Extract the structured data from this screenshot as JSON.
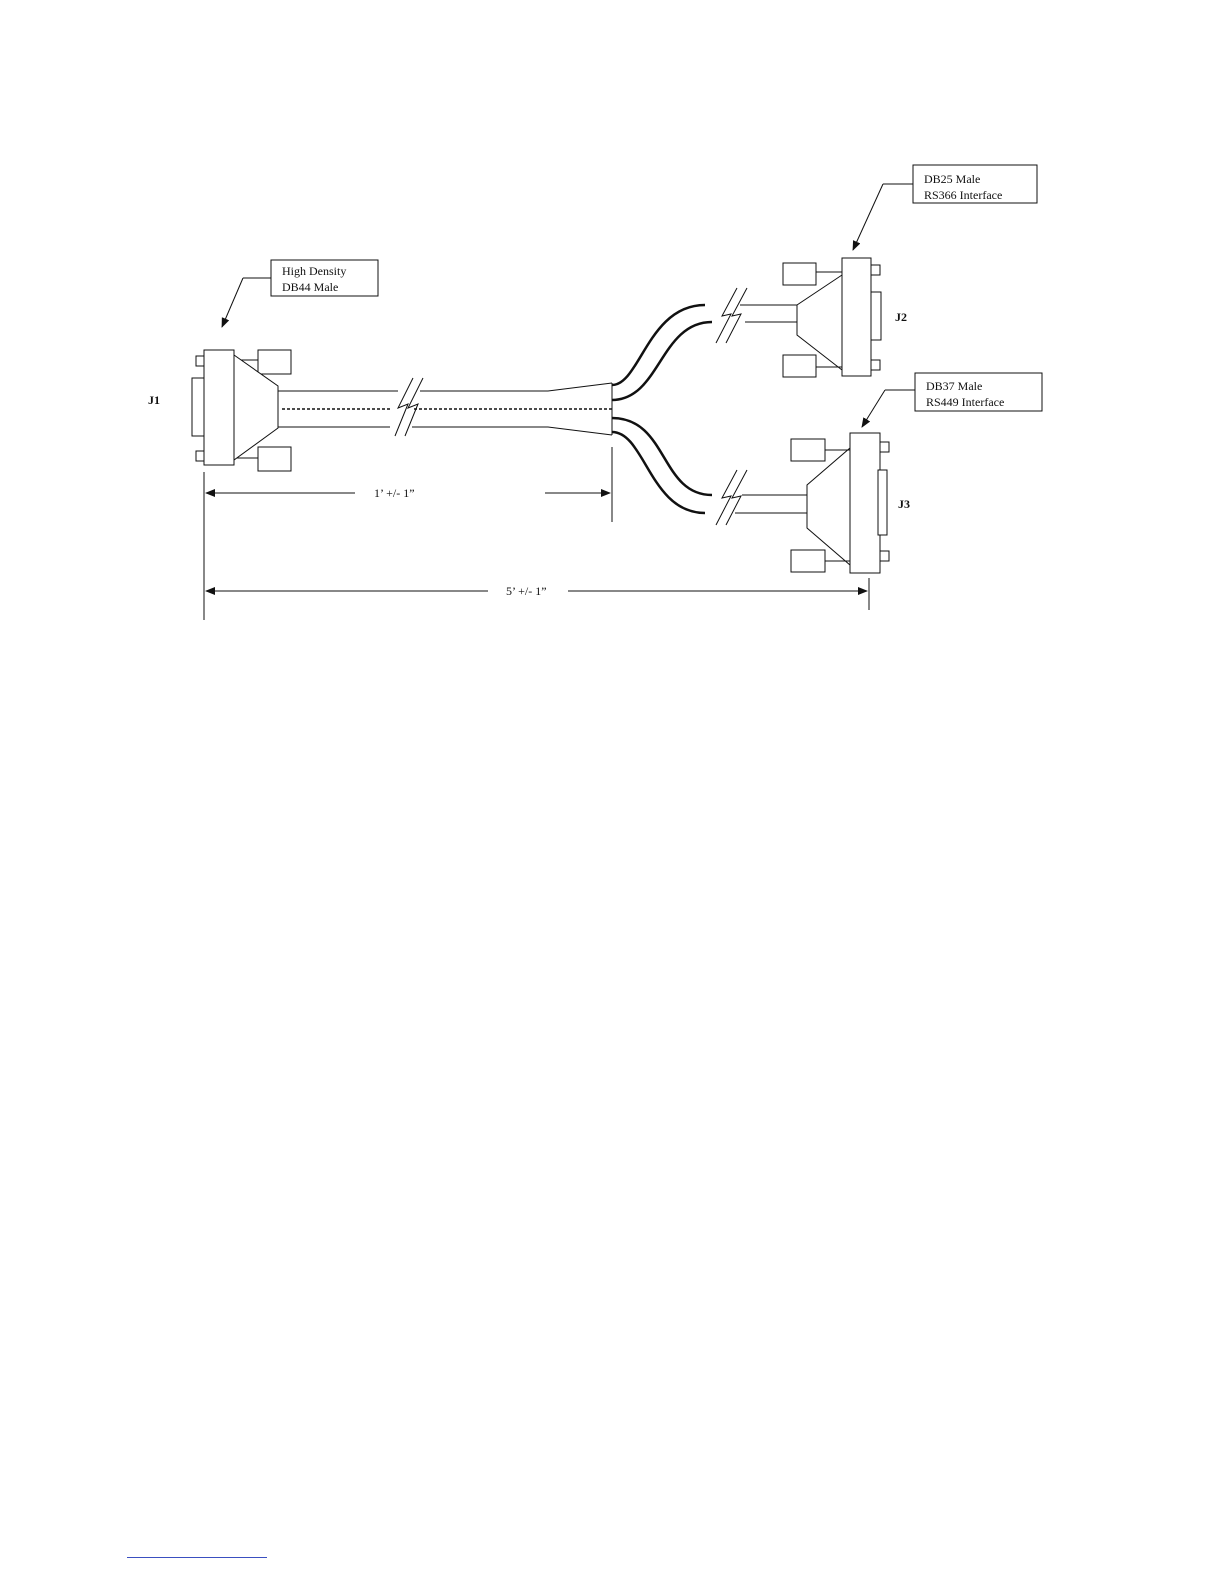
{
  "callouts": {
    "j1": {
      "line1": "High Density",
      "line2": "DB44 Male"
    },
    "j2": {
      "line1": "DB25 Male",
      "line2": "RS366 Interface"
    },
    "j3": {
      "line1": "DB37 Male",
      "line2": "RS449 Interface"
    }
  },
  "connectors": {
    "j1": "J1",
    "j2": "J2",
    "j3": "J3"
  },
  "dimensions": {
    "short": "1’ +/- 1”",
    "long": "5’ +/- 1”"
  }
}
